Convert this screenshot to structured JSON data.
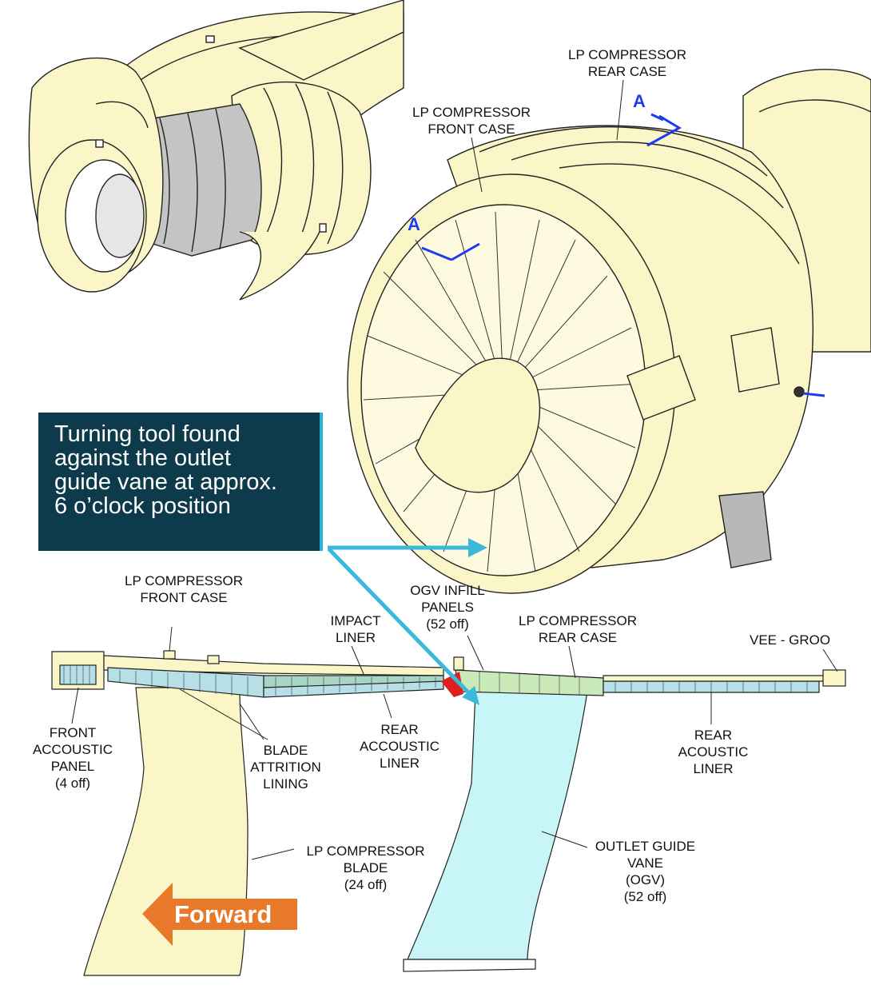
{
  "callout": {
    "text": "Turning tool found\nagainst the outlet\nguide vane at approx.\n6 o’clock position"
  },
  "section_markers": {
    "left": "A",
    "right": "A"
  },
  "labels": {
    "lp_rear_case_top": "LP COMPRESSOR\nREAR CASE",
    "lp_front_case_top": "LP COMPRESSOR\nFRONT CASE",
    "lp_front_case_section": "LP COMPRESSOR\nFRONT CASE",
    "impact_liner": "IMPACT\nLINER",
    "ogv_infill": "OGV INFILL\nPANELS\n(52 off)",
    "lp_rear_case_section": "LP COMPRESSOR\nREAR CASE",
    "vee_groove": "VEE - GROO",
    "front_acoustic_panel": "FRONT\nACCOUSTIC\nPANEL\n(4 off)",
    "blade_attrition": "BLADE\nATTRITION\nLINING",
    "rear_accoustic_liner": "REAR\nACCOUSTIC\nLINER",
    "rear_acoustic_liner": "REAR\nACOUSTIC\nLINER",
    "lp_blade": "LP COMPRESSOR\nBLADE\n(24 off)",
    "ogv": "OUTLET GUIDE\nVANE\n(OGV)\n(52 off)"
  },
  "forward_arrow": {
    "label": "Forward",
    "color": "#e8782a"
  },
  "colors": {
    "part_fill": "#fbf6c8",
    "ogv_fill": "#c8f6f8",
    "liner_fill": "#b6e0e6",
    "callout_bg": "#0e3b4c",
    "pointer": "#3ab9db",
    "marker": "#1d3cf0",
    "damage": "#e02020"
  }
}
